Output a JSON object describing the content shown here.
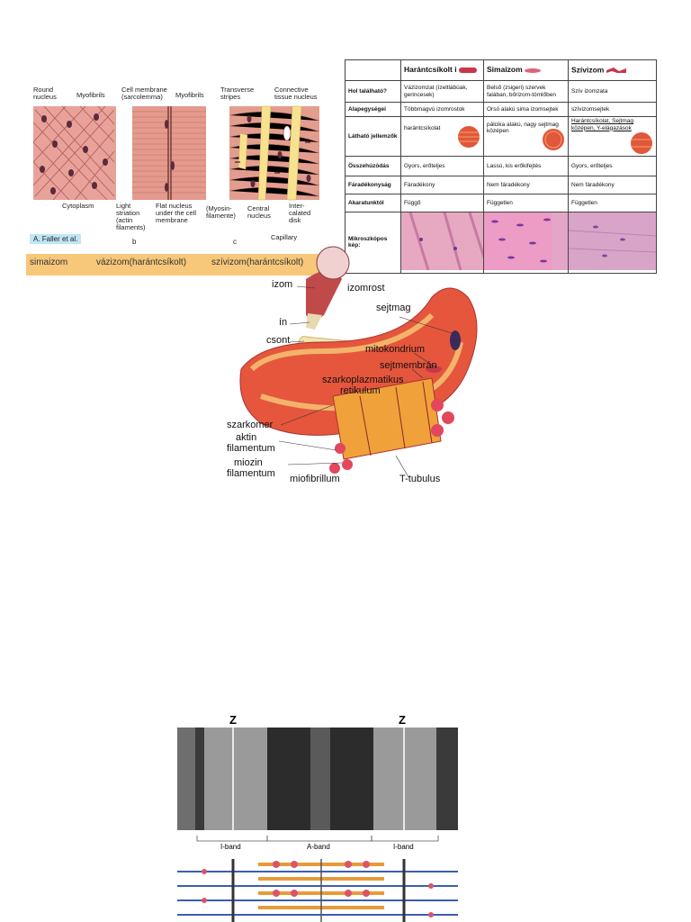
{
  "muscle_types_figure": {
    "labels": {
      "round_nucleus": "Round\nnucleus",
      "myofibrils_a": "Myofibrils",
      "cytoplasm": "Cytoplasm",
      "cell_membrane": "Cell membrane\n(sarcolemma)",
      "myofibrils_b": "Myofibrils",
      "light_striation": "Light\nstriation\n(actin\nfilaments)",
      "flat_nucleus": "Flat nucleus\nunder the cell\nmembrane",
      "myosin_filamente": "(Myosin-\nfilamente)",
      "transverse_stripes": "Transverse\nstripes",
      "connective_tissue_nucleus": "Connective\ntissue nucleus",
      "central_nucleus": "Central\nnucleus",
      "intercalated_disk": "Inter-\ncalated\ndisk",
      "capillary": "Capillary"
    },
    "credit": "A. Faller et al.",
    "letters": [
      "b",
      "c"
    ],
    "captions": [
      "simaizom",
      "vázizom(harántcsíkolt)",
      "szívizom(harántcsíkolt)"
    ]
  },
  "comparison_table": {
    "headers": [
      "",
      "Harántcsíkolt i",
      "Simaizom",
      "Szívizom"
    ],
    "rows": [
      {
        "label": "Hol található?",
        "cells": [
          "Vázizomzat (ízeltlábúak, gerincesek)",
          "Belső (zsigeri) szervek falában, bőrizom-tömlőben",
          "Szív izomzata"
        ]
      },
      {
        "label": "Alapegységei",
        "cells": [
          "Többmagvú izomrostok",
          "Orsó alakú sima izomsejtek",
          "szívizomsejtek"
        ]
      },
      {
        "label": "Látható jellemzők",
        "cells": [
          "harántcsíkolat",
          "pálcika alakú, nagy sejtmag középen",
          "Harántcsíkolat, Sejtmag középen, Y-elágazások"
        ]
      },
      {
        "label": "Összehúzódás",
        "cells": [
          "Gyors, erőteljes",
          "Lassú, kis erőkifejtés",
          "Gyors, erőteljes"
        ]
      },
      {
        "label": "Fáradékonyság",
        "cells": [
          "Fáradékony",
          "Nem fáradékony",
          "Nem fáradékony"
        ]
      },
      {
        "label": "Akaratunktól",
        "cells": [
          "Függő",
          "Független",
          "Független"
        ]
      },
      {
        "label": "Mikroszkópos kép:",
        "cells": [
          "",
          "",
          ""
        ]
      }
    ]
  },
  "muscle_structure": {
    "labels": {
      "izom": "izom",
      "izomrost": "izomrost",
      "sejtmag": "sejtmag",
      "in": "ín",
      "csont": "csont",
      "mitokondrium": "mitokondrium",
      "sejtmembran": "sejtmembrán",
      "szarkoplazmatikus": "szarkoplazmatikus",
      "retikulum": "retikulum",
      "szarkomer": "szarkomer",
      "aktin": "aktin",
      "aktin_filamentum": "filamentum",
      "miozin": "miozin",
      "miozin_filamentum": "filamentum",
      "miofibrillum": "miofibrillum",
      "t_tubulus": "T-tubulus"
    }
  },
  "sarcomere": {
    "z_labels": [
      "Z",
      "Z"
    ],
    "bands": [
      "I-band",
      "A-band",
      "I-band"
    ]
  }
}
